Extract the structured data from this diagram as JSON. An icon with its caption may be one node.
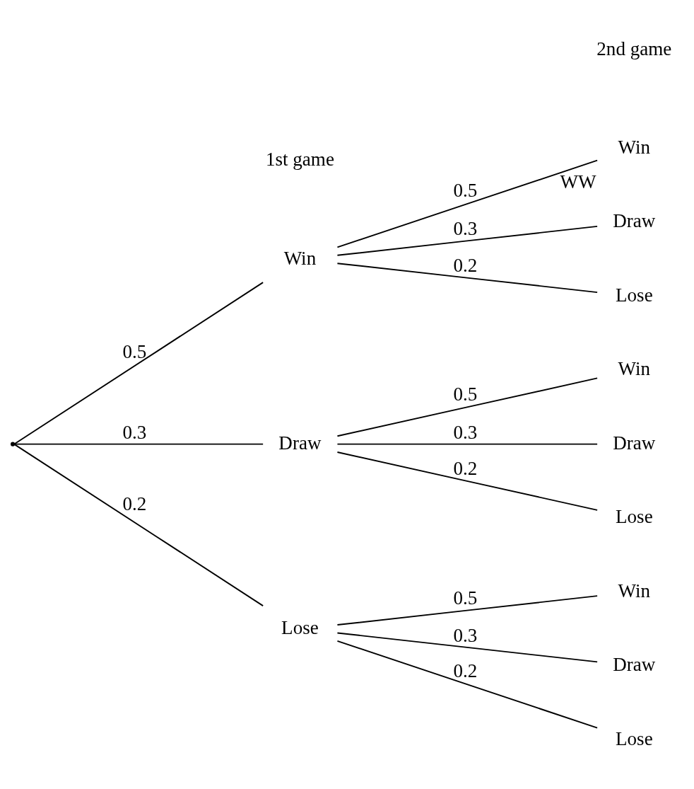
{
  "diagram": {
    "nodes": [
      {
        "text": [],
        "shape": "point"
      },
      {
        "text": [
          "Win"
        ]
      },
      {
        "text": [
          "Draw"
        ]
      },
      {
        "text": [
          "Lose"
        ]
      },
      {
        "text": [
          "Win"
        ],
        "beside": [
          "WW"
        ]
      },
      {
        "text": [
          "Draw"
        ]
      },
      {
        "text": [
          "Lose"
        ]
      },
      {
        "text": [
          "Win"
        ]
      },
      {
        "text": [
          "Draw"
        ]
      },
      {
        "text": [
          "Lose"
        ]
      },
      {
        "text": [
          "Win"
        ]
      },
      {
        "text": [
          "Draw"
        ]
      },
      {
        "text": [
          "Lose"
        ]
      }
    ],
    "edges": [
      {
        "from": 0,
        "to": 1,
        "arrow": "none",
        "label": "0.5"
      },
      {
        "from": 0,
        "to": 2,
        "arrow": "none",
        "label": "0.3"
      },
      {
        "from": 0,
        "to": 3,
        "arrow": "none",
        "label": "0.2"
      },
      {
        "from": 1,
        "to": 4,
        "arrow": "none",
        "label": "0.5"
      },
      {
        "from": 1,
        "to": 5,
        "arrow": "none",
        "label": "0.3"
      },
      {
        "from": 1,
        "to": 6,
        "arrow": "none",
        "label": "0.2"
      },
      {
        "from": 2,
        "to": 7,
        "arrow": "none",
        "label": "0.5"
      },
      {
        "from": 2,
        "to": 8,
        "arrow": "none",
        "label": "0.3"
      },
      {
        "from": 2,
        "to": 9,
        "arrow": "none",
        "label": "0.2"
      },
      {
        "from": 3,
        "to": 10,
        "arrow": "none",
        "label": "0.5"
      },
      {
        "from": 3,
        "to": 11,
        "arrow": "none",
        "label": "0.3"
      },
      {
        "from": 3,
        "to": 12,
        "arrow": "none",
        "label": "0.2"
      }
    ],
    "labels": [
      "1st game",
      "2nd game"
    ]
  }
}
